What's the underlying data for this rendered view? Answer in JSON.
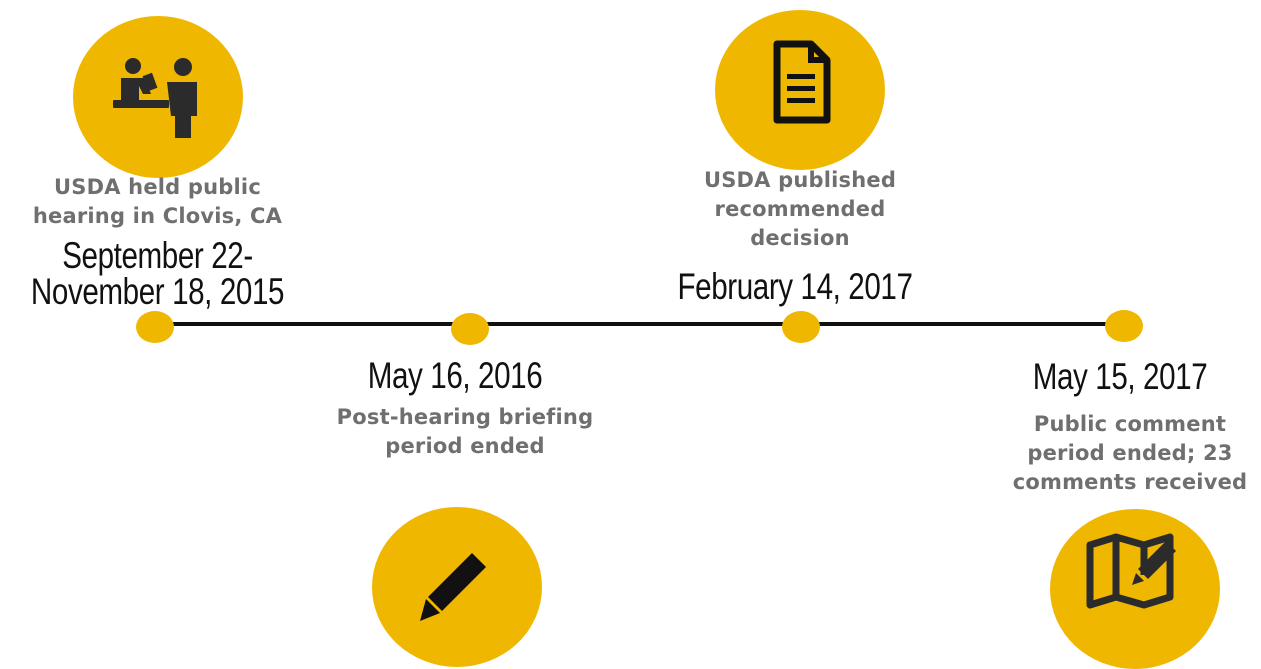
{
  "events": [
    {
      "description": "USDA held public\nhearing in Clovis, CA",
      "date": "September 22-\nNovember 18, 2015",
      "icon": "meeting-icon"
    },
    {
      "description": "Post-hearing briefing\nperiod ended",
      "date": "May 16, 2016",
      "icon": "pencil-icon"
    },
    {
      "description": "USDA published\nrecommended\ndecision",
      "date": "February 14, 2017",
      "icon": "document-icon"
    },
    {
      "description": "Public comment\nperiod ended; 23\ncomments received",
      "date": "May 15, 2017",
      "icon": "map-edit-icon"
    }
  ],
  "colors": {
    "accent": "#f0b700",
    "line": "#111111",
    "description_text": "#6f6f6f",
    "date_text": "#111111"
  }
}
